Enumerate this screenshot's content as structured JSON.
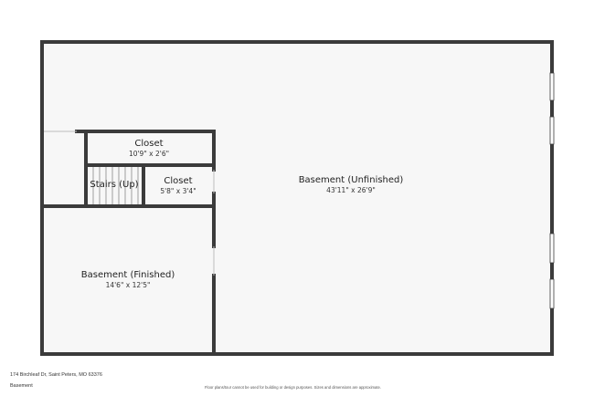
{
  "plan": {
    "rooms": [
      {
        "id": "basement-unfinished",
        "name": "Basement (Unfinished)",
        "dims": "43'11\" x 26'9\""
      },
      {
        "id": "closet-top",
        "name": "Closet",
        "dims": "10'9\" x 2'6\""
      },
      {
        "id": "stairs",
        "name": "Stairs (Up)",
        "dims": ""
      },
      {
        "id": "closet-small",
        "name": "Closet",
        "dims": "5'8\" x 3'4\""
      },
      {
        "id": "basement-finished",
        "name": "Basement (Finished)",
        "dims": "14'6\" x 12'5\""
      }
    ]
  },
  "footer": {
    "address": "174 Birchleaf Dr, Saint Peters, MO 63376",
    "floor": "Basement",
    "disclaimer": "Floor plans/tour cannot be used for building or design purposes. Sizes and dimensions are approximate."
  },
  "colors": {
    "wall": "#3b3b3b",
    "floor_fill": "#f7f7f7",
    "window": "#cfcfcf"
  }
}
